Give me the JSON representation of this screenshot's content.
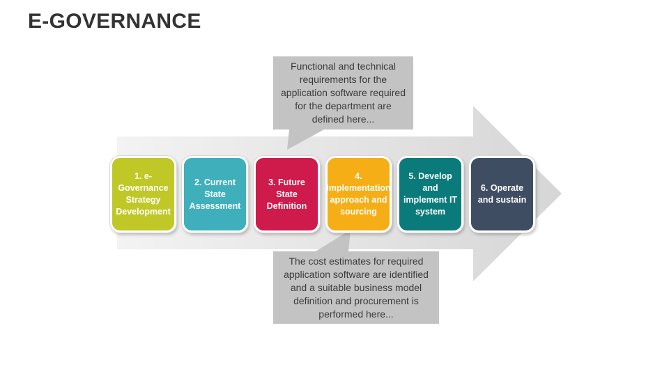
{
  "title": "E-GOVERNANCE",
  "callouts": {
    "top": "Functional and technical requirements for the application software required for the department are defined here...",
    "bottom": "The cost estimates for required application software are identified and a suitable business model definition and procurement is performed here..."
  },
  "steps": [
    {
      "label": "1. e-Governance Strategy Development",
      "color": "#bfc827"
    },
    {
      "label": "2. Current State Assessment",
      "color": "#3fb0bb"
    },
    {
      "label": "3. Future State Definition",
      "color": "#cf1a4c"
    },
    {
      "label": "4. Implementation approach and sourcing",
      "color": "#f6ae17"
    },
    {
      "label": "5. Develop and implement IT system",
      "color": "#0b7a7a"
    },
    {
      "label": "6. Operate and sustain",
      "color": "#3f4d63"
    }
  ],
  "colors": {
    "arrow": "#e2e2e2",
    "callout": "#c3c3c3"
  }
}
